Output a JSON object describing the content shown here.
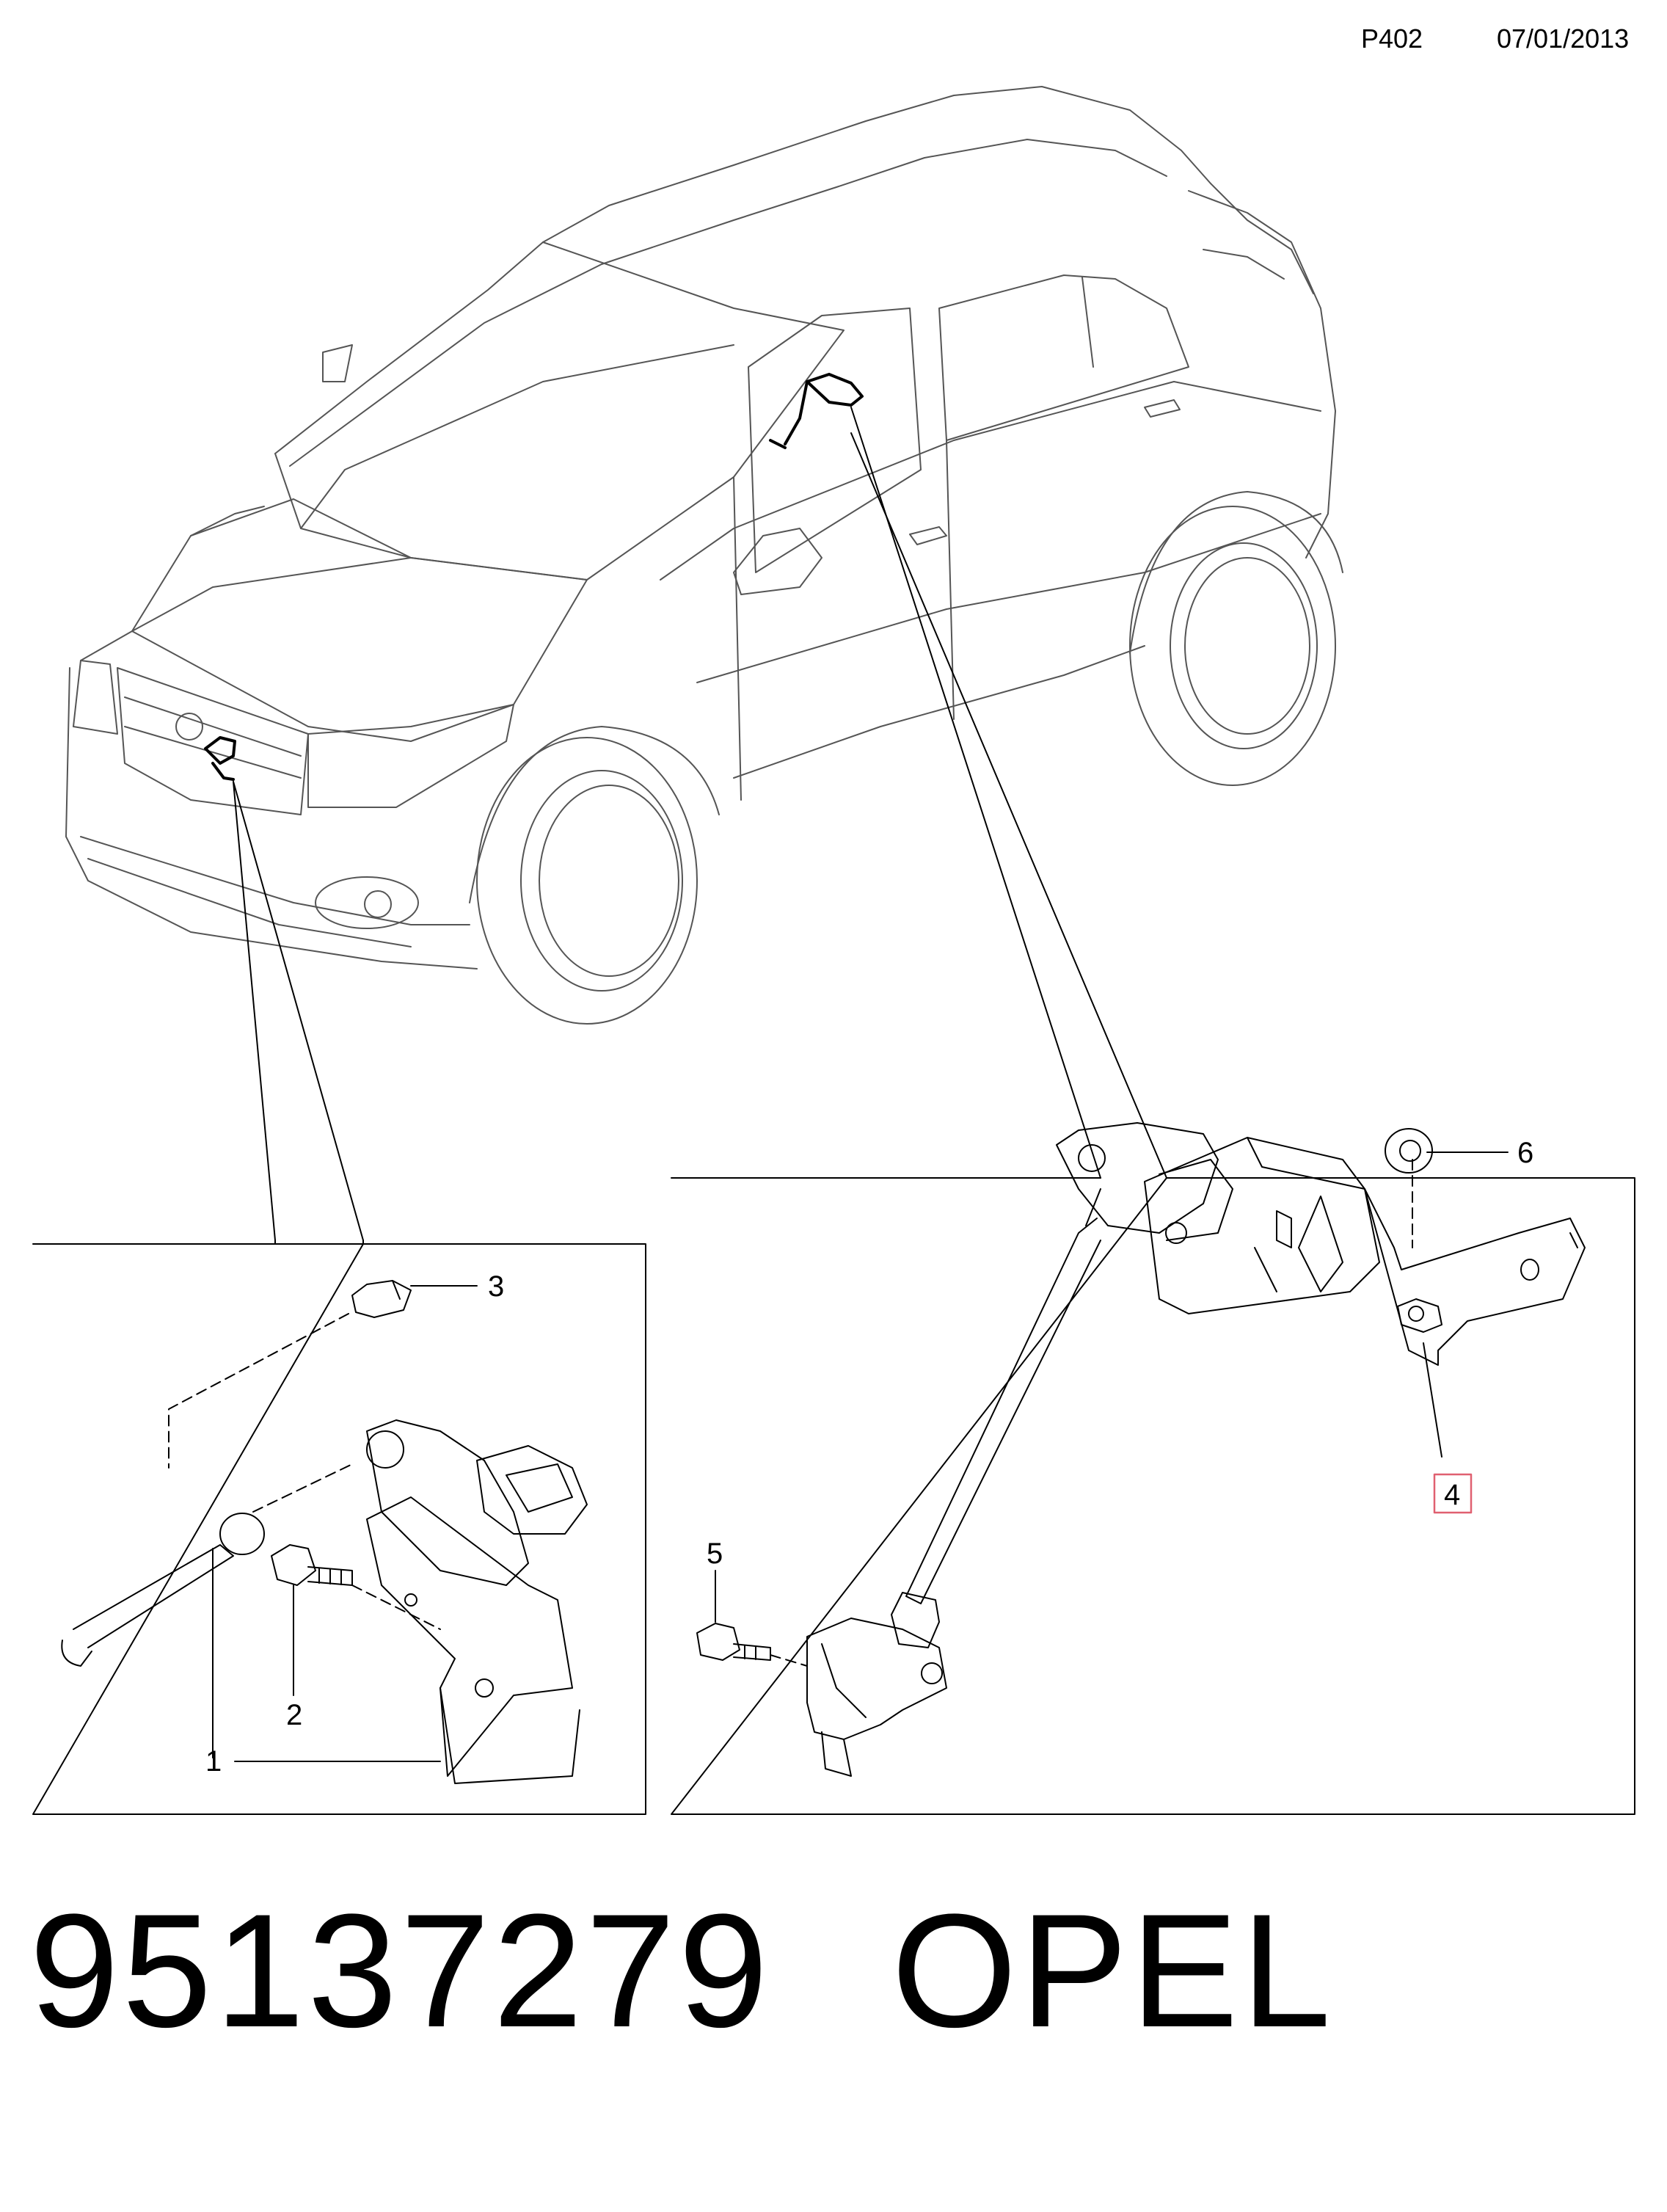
{
  "header": {
    "page_code": "P402",
    "date": "07/01/2013"
  },
  "callouts": [
    {
      "number": "1",
      "highlighted": false
    },
    {
      "number": "2",
      "highlighted": false
    },
    {
      "number": "3",
      "highlighted": false
    },
    {
      "number": "4",
      "highlighted": true
    },
    {
      "number": "5",
      "highlighted": false
    },
    {
      "number": "6",
      "highlighted": false
    }
  ],
  "footer": {
    "part_number": "95137279",
    "brand": "OPEL"
  },
  "colors": {
    "line": "#000000",
    "highlight_box": "#e06070"
  }
}
